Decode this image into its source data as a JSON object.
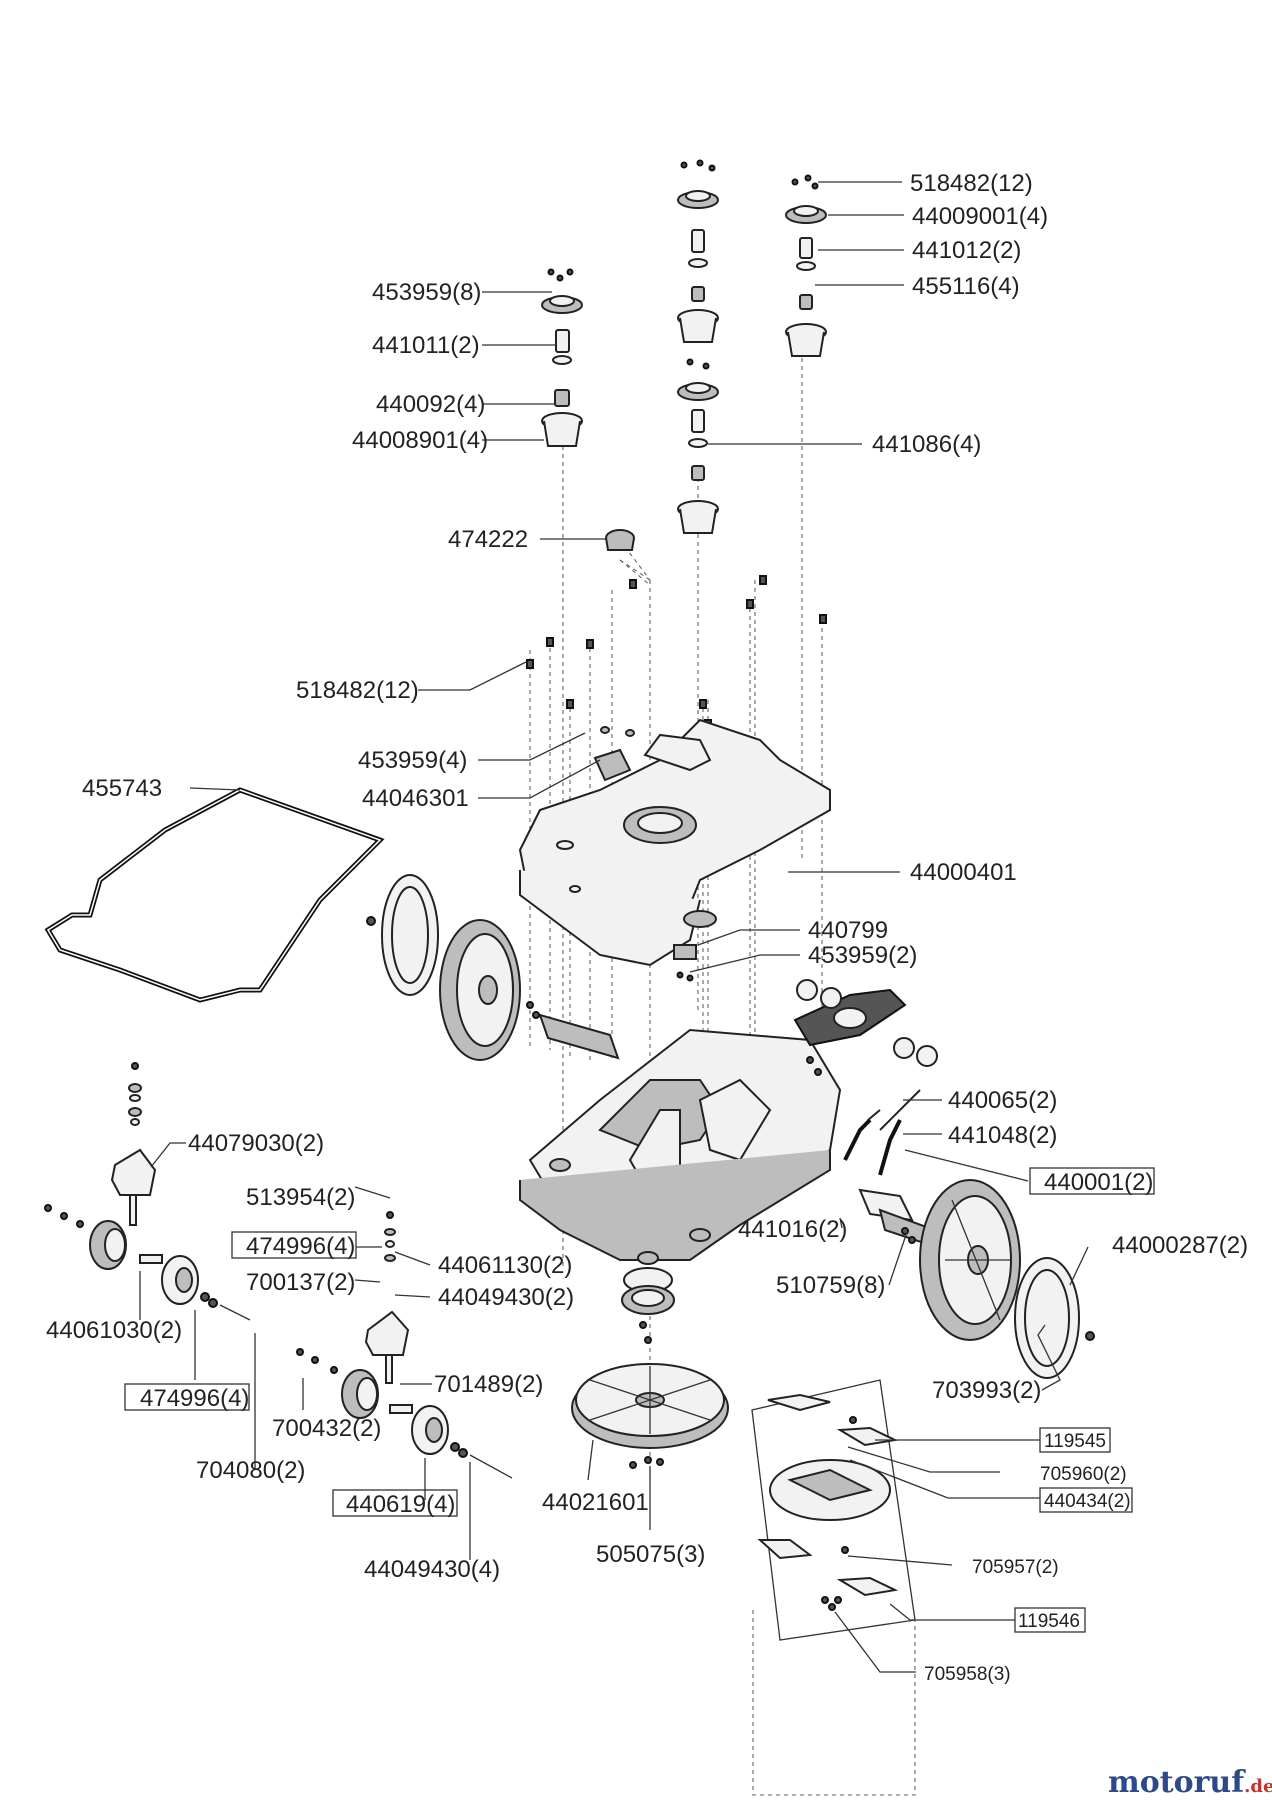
{
  "labels": {
    "l_518482_12_top": "518482(12)",
    "l_44009001_4": "44009001(4)",
    "l_441012_2": "441012(2)",
    "l_455116_4": "455116(4)",
    "l_453959_8": "453959(8)",
    "l_441011_2": "441011(2)",
    "l_440092_4": "440092(4)",
    "l_44008901_4": "44008901(4)",
    "l_441086_4": "441086(4)",
    "l_474222": "474222",
    "l_518482_12_mid": "518482(12)",
    "l_453959_4": "453959(4)",
    "l_44046301": "44046301",
    "l_455743": "455743",
    "l_44000401": "44000401",
    "l_440799": "440799",
    "l_453959_2": "453959(2)",
    "l_440065_2": "440065(2)",
    "l_441048_2": "441048(2)",
    "l_440001_2": "440001(2)",
    "l_44079030_2": "44079030(2)",
    "l_513954_2": "513954(2)",
    "l_474996_4_a": "474996(4)",
    "l_44061130_2": "44061130(2)",
    "l_700137_2": "700137(2)",
    "l_44049430_2": "44049430(2)",
    "l_441016_2": "441016(2)",
    "l_44000287_2": "44000287(2)",
    "l_510759_8": "510759(8)",
    "l_44061030_2": "44061030(2)",
    "l_474996_4_b": "474996(4)",
    "l_701489_2": "701489(2)",
    "l_703993_2": "703993(2)",
    "l_700432_2": "700432(2)",
    "l_704080_2": "704080(2)",
    "l_119545": "119545",
    "l_705960_2": "705960(2)",
    "l_440434_2": "440434(2)",
    "l_440619_4": "440619(4)",
    "l_44021601": "44021601",
    "l_505075_3": "505075(3)",
    "l_705957_2": "705957(2)",
    "l_119546": "119546",
    "l_44049430_4": "44049430(4)",
    "l_705958_3": "705958(3)"
  },
  "watermark": {
    "brand_main": "motoruf",
    "brand_tld": ".de"
  },
  "colors": {
    "line": "#222222",
    "brand_blue": "#2c4a8a",
    "brand_red": "#c8302a"
  }
}
